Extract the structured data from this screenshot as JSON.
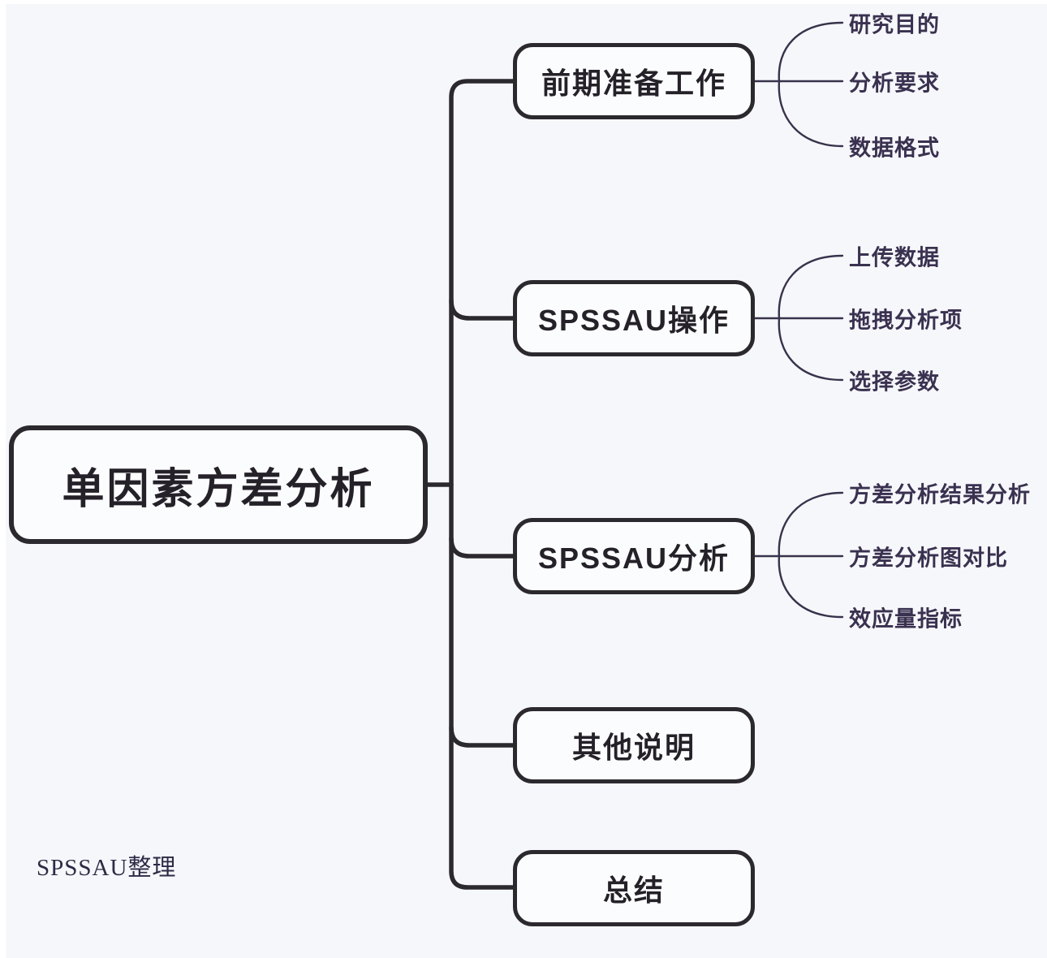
{
  "mindmap": {
    "root": {
      "label": "单因素方差分析"
    },
    "branches": [
      {
        "label": "前期准备工作",
        "children": [
          "研究目的",
          "分析要求",
          "数据格式"
        ]
      },
      {
        "label": "SPSSAU操作",
        "children": [
          "上传数据",
          "拖拽分析项",
          "选择参数"
        ]
      },
      {
        "label": "SPSSAU分析",
        "children": [
          "方差分析结果分析",
          "方差分析图对比",
          "效应量指标"
        ]
      },
      {
        "label": "其他说明",
        "children": []
      },
      {
        "label": "总结",
        "children": []
      }
    ],
    "watermark": "SPSSAU整理"
  },
  "colors": {
    "canvas": "#f6f7fa",
    "stroke": "#2b292e",
    "node_bg": "#fbfcfe",
    "node_text": "#242128",
    "leaf_text": "#3a3150",
    "thin_line": "#38324c",
    "watermark_text": "#2c2a46"
  }
}
